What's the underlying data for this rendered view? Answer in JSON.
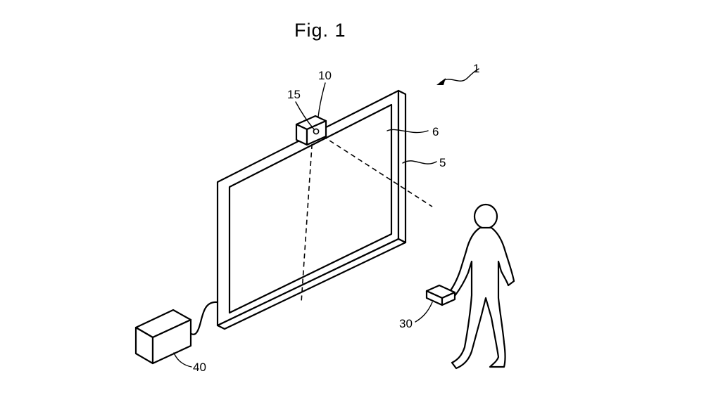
{
  "figure": {
    "title": "Fig. 1"
  },
  "labels": {
    "system": "1",
    "screen_frame": "5",
    "screen_surface": "6",
    "camera_unit": "10",
    "lens": "15",
    "controller": "30",
    "processing_box": "40"
  }
}
